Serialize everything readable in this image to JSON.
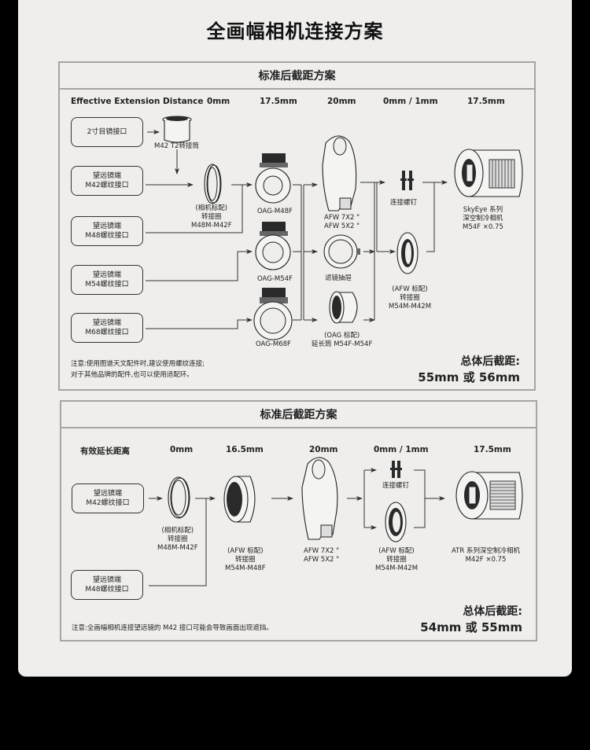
{
  "page": {
    "title": "全画幅相机连接方案",
    "colors": {
      "background": "#000000",
      "card": "#efeeec",
      "panel_border": "#a5a5a5",
      "text": "#222222"
    }
  },
  "panel1": {
    "title": "标准后截距方案",
    "header": {
      "label": "Effective Extension Distance",
      "distances": [
        "0mm",
        "17.5mm",
        "20mm",
        "0mm / 1mm",
        "17.5mm"
      ]
    },
    "inputs": [
      {
        "line1": "2寸目镜接口",
        "line2": ""
      },
      {
        "line1": "望远镜端",
        "line2": "M42螺纹接口"
      },
      {
        "line1": "望远镜端",
        "line2": "M48螺纹接口"
      },
      {
        "line1": "望远镜端",
        "line2": "M54螺纹接口"
      },
      {
        "line1": "望远镜端",
        "line2": "M68螺纹接口"
      }
    ],
    "components": {
      "t2_tube": "M42 T2转接筒",
      "adapter_camera": {
        "line1": "(相机标配)",
        "line2": "转接圈",
        "line3": "M48M-M42F"
      },
      "oag_m48": "OAG-M48F",
      "oag_m54": "OAG-M54F",
      "oag_m68": "OAG-M68F",
      "afw": {
        "line1": "AFW 7X2 \"",
        "line2": "AFW 5X2 \""
      },
      "filter_drawer": "滤镜抽屉",
      "extension_tube": {
        "line1": "(OAG 标配)",
        "line2": "延长筒 M54F-M54F"
      },
      "screws": "连接螺钉",
      "adapter_afw": {
        "line1": "(AFW 标配)",
        "line2": "转接圈",
        "line3": "M54M-M42M"
      },
      "camera": {
        "line1": "SkyEye 系列",
        "line2": "深空制冷相机",
        "line3": "M54F ×0.75"
      }
    },
    "note": {
      "line1": "注意:使用图谱天文配件时,建议使用螺纹连接;",
      "line2": "对于其他品牌的配件,也可以使用适配环。"
    },
    "total": {
      "label": "总体后截距:",
      "value": "55mm 或 56mm"
    }
  },
  "panel2": {
    "title": "标准后截距方案",
    "header": {
      "label": "有效延长距离",
      "distances": [
        "0mm",
        "16.5mm",
        "20mm",
        "0mm / 1mm",
        "17.5mm"
      ]
    },
    "inputs": [
      {
        "line1": "望远镜端",
        "line2": "M42螺纹接口"
      },
      {
        "line1": "望远镜端",
        "line2": "M48螺纹接口"
      }
    ],
    "components": {
      "adapter_camera": {
        "line1": "(相机标配)",
        "line2": "转接圈",
        "line3": "M48M-M42F"
      },
      "adapter_afw_48": {
        "line1": "(AFW 标配)",
        "line2": "转接圈",
        "line3": "M54M-M48F"
      },
      "afw": {
        "line1": "AFW 7X2 \"",
        "line2": "AFW 5X2 \""
      },
      "screws": "连接螺钉",
      "adapter_afw_42": {
        "line1": "(AFW 标配)",
        "line2": "转接圈",
        "line3": "M54M-M42M"
      },
      "camera": {
        "line1": "ATR 系列深空制冷相机",
        "line2": "M42F ×0.75"
      }
    },
    "note": {
      "line1": "注意:全画幅相机连接望远镜的 M42 接口可能会导致画面出现遮挡。"
    },
    "total": {
      "label": "总体后截距:",
      "value": "54mm 或 55mm"
    }
  }
}
